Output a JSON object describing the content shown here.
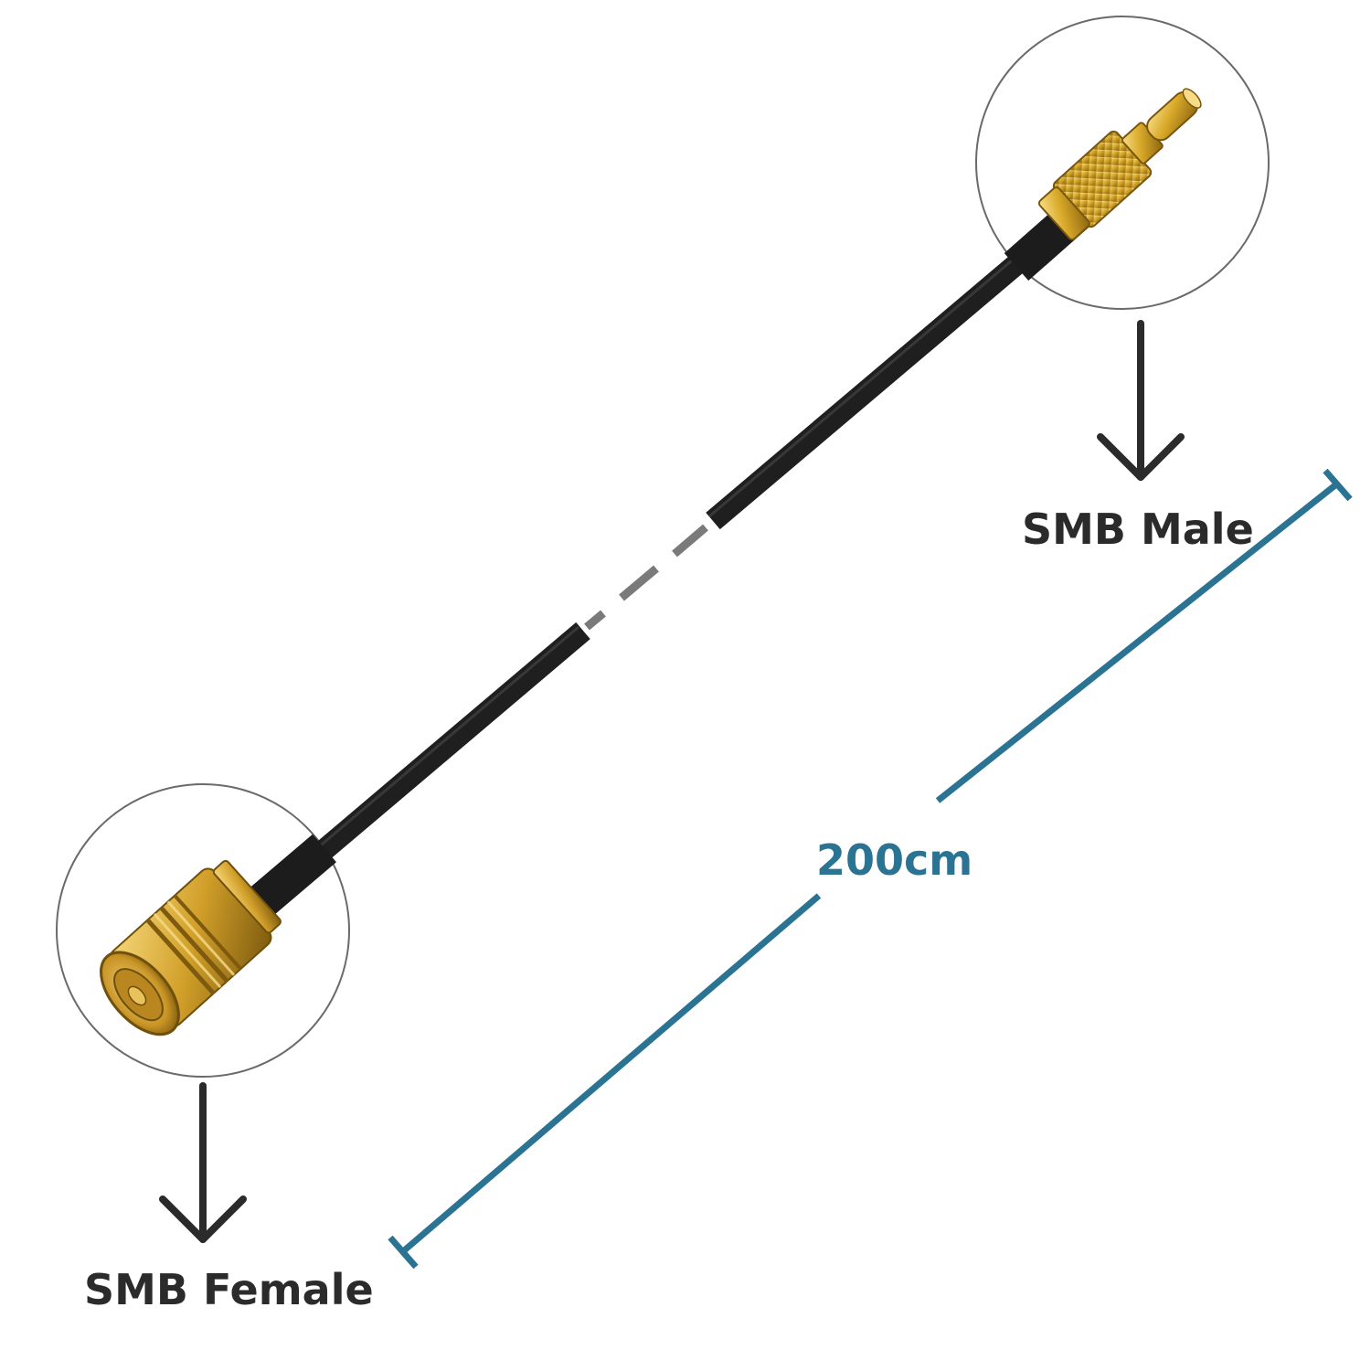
{
  "labels": {
    "male": "SMB Male",
    "female": "SMB Female",
    "length": "200cm"
  },
  "colors": {
    "background": "#ffffff",
    "cable": "#1f1f1f",
    "cable_highlight": "#4a4a4a",
    "break_dash": "#7a7a7a",
    "gold": "#d9a929",
    "gold_light": "#f5d77a",
    "gold_dark": "#8a6410",
    "circle_outline": "#666666",
    "arrow": "#2b2b2b",
    "label_text": "#2b2b2b",
    "dimension": "#2a7393"
  },
  "icons": {
    "male_connector": "smb-male-connector-icon",
    "female_connector": "smb-female-connector-icon",
    "male_arrow": "arrow-down-icon",
    "female_arrow": "arrow-down-icon"
  }
}
